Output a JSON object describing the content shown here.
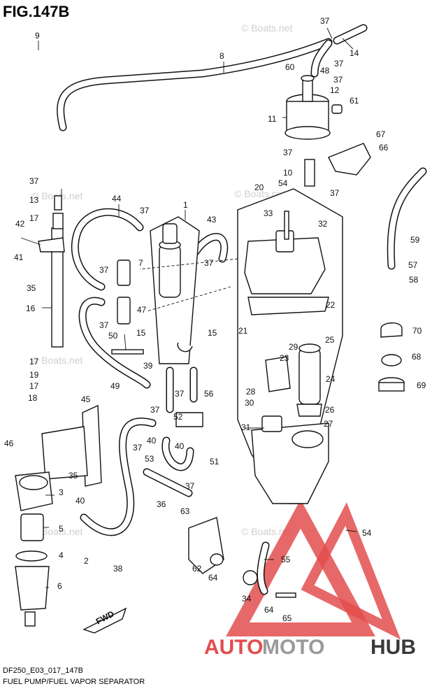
{
  "figure": {
    "title": "FIG.147B"
  },
  "footer": {
    "model": "DF250_E03_017_147B",
    "caption": "FUEL PUMP/FUEL VAPOR SEPARATOR"
  },
  "watermark": {
    "text": "© Boats.net"
  },
  "logo": {
    "part1": "AUTO",
    "part2": "MOTO",
    "part3": "HUB",
    "colors": {
      "auto": "#e34d4d",
      "moto": "#9a9a9a",
      "hub": "#3a3a3a",
      "triangle": "#e34d4d"
    }
  },
  "fwd": {
    "label": "FWD"
  },
  "callouts": [
    "9",
    "37",
    "14",
    "37",
    "48",
    "8",
    "60",
    "37",
    "12",
    "61",
    "11",
    "67",
    "66",
    "37",
    "10",
    "54",
    "37",
    "37",
    "20",
    "13",
    "44",
    "37",
    "1",
    "43",
    "17",
    "33",
    "32",
    "42",
    "59",
    "41",
    "37",
    "7",
    "37",
    "57",
    "58",
    "35",
    "16",
    "22",
    "37",
    "47",
    "21",
    "70",
    "25",
    "50",
    "15",
    "15",
    "29",
    "23",
    "17",
    "39",
    "68",
    "19",
    "24",
    "49",
    "17",
    "37",
    "56",
    "28",
    "69",
    "18",
    "45",
    "30",
    "26",
    "52",
    "37",
    "31",
    "27",
    "40",
    "46",
    "37",
    "40",
    "53",
    "51",
    "35",
    "3",
    "37",
    "40",
    "36",
    "63",
    "54",
    "5",
    "55",
    "4",
    "2",
    "38",
    "62",
    "64",
    "34",
    "64",
    "6",
    "65"
  ]
}
